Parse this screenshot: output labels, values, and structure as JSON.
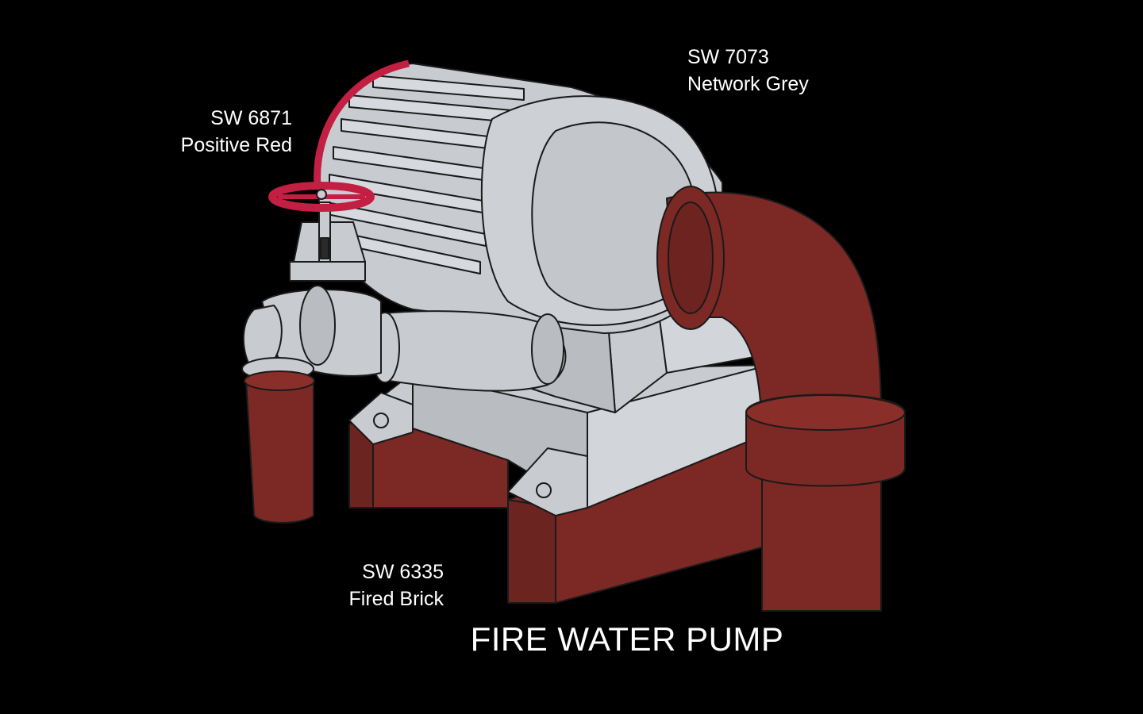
{
  "title": "FIRE WATER PUMP",
  "labels": {
    "grey": {
      "code": "SW 7073",
      "name": "Network Grey"
    },
    "red": {
      "code": "SW 6871",
      "name": "Positive Red"
    },
    "brick": {
      "code": "SW 6335",
      "name": "Fired Brick"
    }
  },
  "colors": {
    "background": "#000000",
    "network_grey": "#c8ccd0",
    "positive_red": "#c21f42",
    "fired_brick": "#7c2824",
    "outline": "#1a1a1a",
    "text": "#ffffff"
  }
}
